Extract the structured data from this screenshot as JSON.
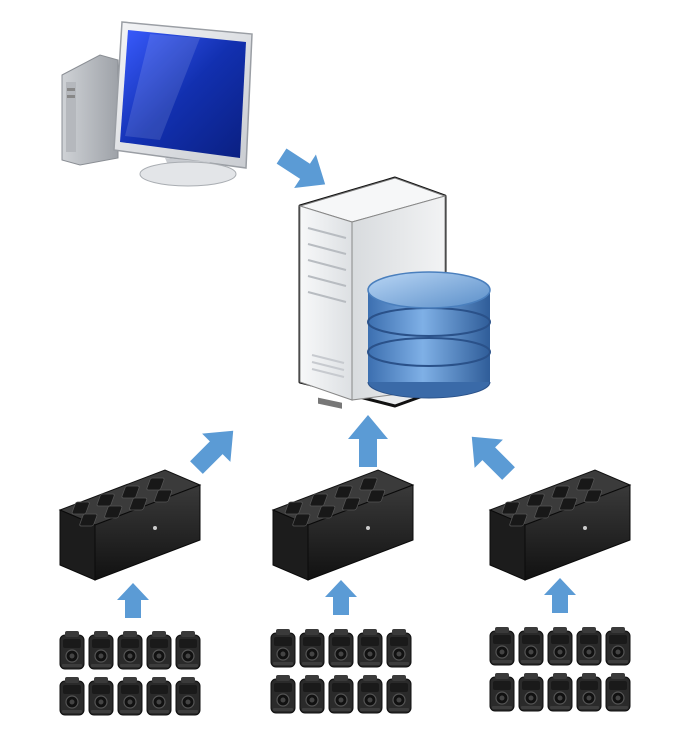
{
  "diagram": {
    "nodes": [
      {
        "id": "computer",
        "icon": "desktop-computer-icon"
      },
      {
        "id": "server",
        "icon": "server-database-icon"
      },
      {
        "id": "dock-left",
        "icon": "docking-station-icon"
      },
      {
        "id": "dock-center",
        "icon": "docking-station-icon"
      },
      {
        "id": "dock-right",
        "icon": "docking-station-icon"
      },
      {
        "id": "cameras-left",
        "icon": "body-camera-icon",
        "count": 10
      },
      {
        "id": "cameras-center",
        "icon": "body-camera-icon",
        "count": 10
      },
      {
        "id": "cameras-right",
        "icon": "body-camera-icon",
        "count": 10
      }
    ],
    "edges": [
      {
        "from": "computer",
        "to": "server"
      },
      {
        "from": "dock-left",
        "to": "server"
      },
      {
        "from": "dock-center",
        "to": "server"
      },
      {
        "from": "dock-right",
        "to": "server"
      },
      {
        "from": "cameras-left",
        "to": "dock-left"
      },
      {
        "from": "cameras-center",
        "to": "dock-center"
      },
      {
        "from": "cameras-right",
        "to": "dock-right"
      }
    ],
    "colors": {
      "arrow": "#5b9bd5",
      "monitor_screen": "#1f3fbf",
      "server_body": "#eef0f2",
      "database": "#5b8fc9",
      "device_dark": "#222222"
    }
  }
}
